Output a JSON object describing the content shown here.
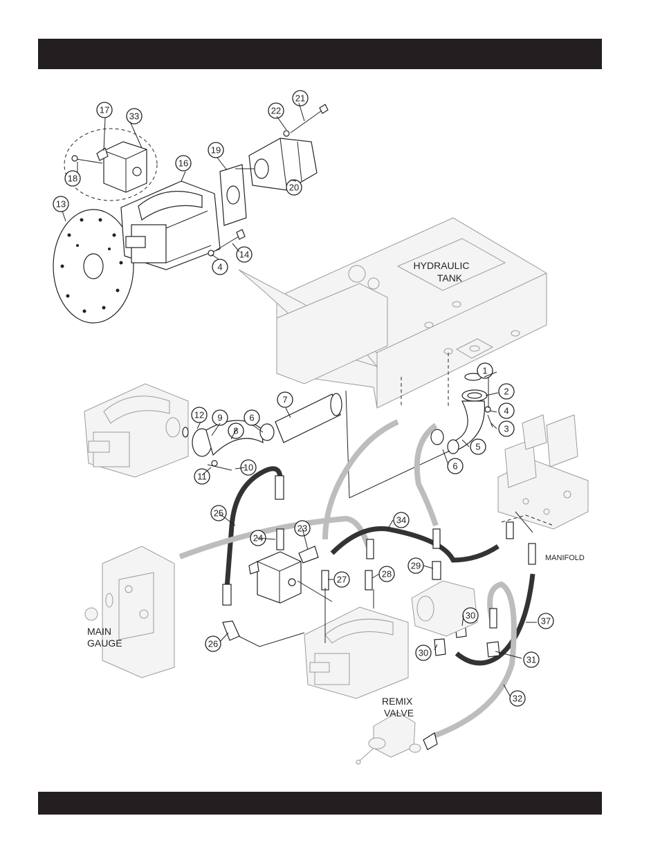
{
  "labels": {
    "hydraulic_tank_1": "HYDRAULIC",
    "hydraulic_tank_2": "TANK",
    "manifold": "MANIFOLD",
    "main_gauge_1": "MAIN",
    "main_gauge_2": "GAUGE",
    "remix_valve_1": "REMIX",
    "remix_valve_2": "VALVE"
  },
  "callouts": [
    "1",
    "2",
    "3",
    "4",
    "4",
    "5",
    "6",
    "6",
    "7",
    "8",
    "9",
    "10",
    "11",
    "12",
    "13",
    "14",
    "16",
    "17",
    "18",
    "19",
    "20",
    "21",
    "22",
    "23",
    "24",
    "25",
    "26",
    "27",
    "28",
    "29",
    "30",
    "30",
    "31",
    "32",
    "33",
    "34",
    "37"
  ],
  "colors": {
    "band": "#231f20",
    "ink": "#231f20",
    "pale": "#9a9a9a"
  }
}
